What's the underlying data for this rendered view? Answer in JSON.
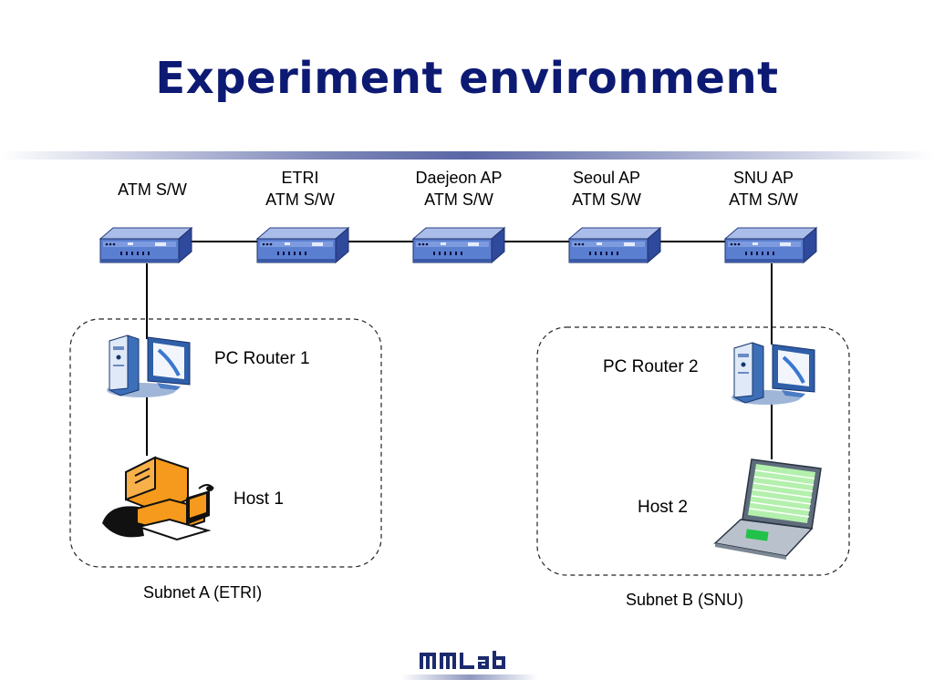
{
  "slide": {
    "title": "Experiment environment"
  },
  "switches": [
    {
      "line1": "",
      "line2": "ATM S/W"
    },
    {
      "line1": "ETRI",
      "line2": "ATM S/W"
    },
    {
      "line1": "Daejeon AP",
      "line2": "ATM S/W"
    },
    {
      "line1": "Seoul AP",
      "line2": "ATM S/W"
    },
    {
      "line1": "SNU AP",
      "line2": "ATM S/W"
    }
  ],
  "nodes": {
    "pc_router_1": "PC Router 1",
    "host_1": "Host 1",
    "pc_router_2": "PC Router 2",
    "host_2": "Host 2"
  },
  "subnets": {
    "a": "Subnet A (ETRI)",
    "b": "Subnet B (SNU)"
  },
  "colors": {
    "title": "#0d1a73",
    "switch_body": "#4d6fc4",
    "host_orange": "#f59a1c"
  },
  "icons": [
    "atm-switch-icon",
    "pc-router-icon",
    "desktop-host-icon",
    "laptop-host-icon",
    "mmlab-logo"
  ]
}
